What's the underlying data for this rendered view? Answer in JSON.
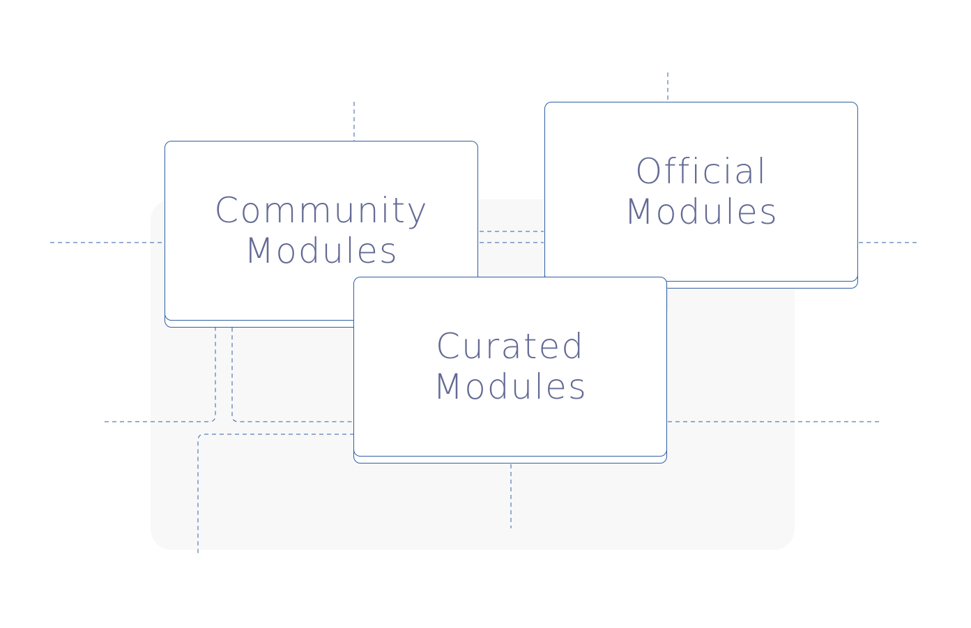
{
  "diagram": {
    "colors": {
      "stroke": "#2e5fa3",
      "text": "#636a94",
      "backdrop": "#f8f8f9",
      "shadow": "#d6d8e6"
    },
    "cards": {
      "community": {
        "line1": "Community",
        "line2": "Modules"
      },
      "official": {
        "line1": "Official",
        "line2": "Modules"
      },
      "curated": {
        "line1": "Curated",
        "line2": "Modules"
      }
    }
  }
}
